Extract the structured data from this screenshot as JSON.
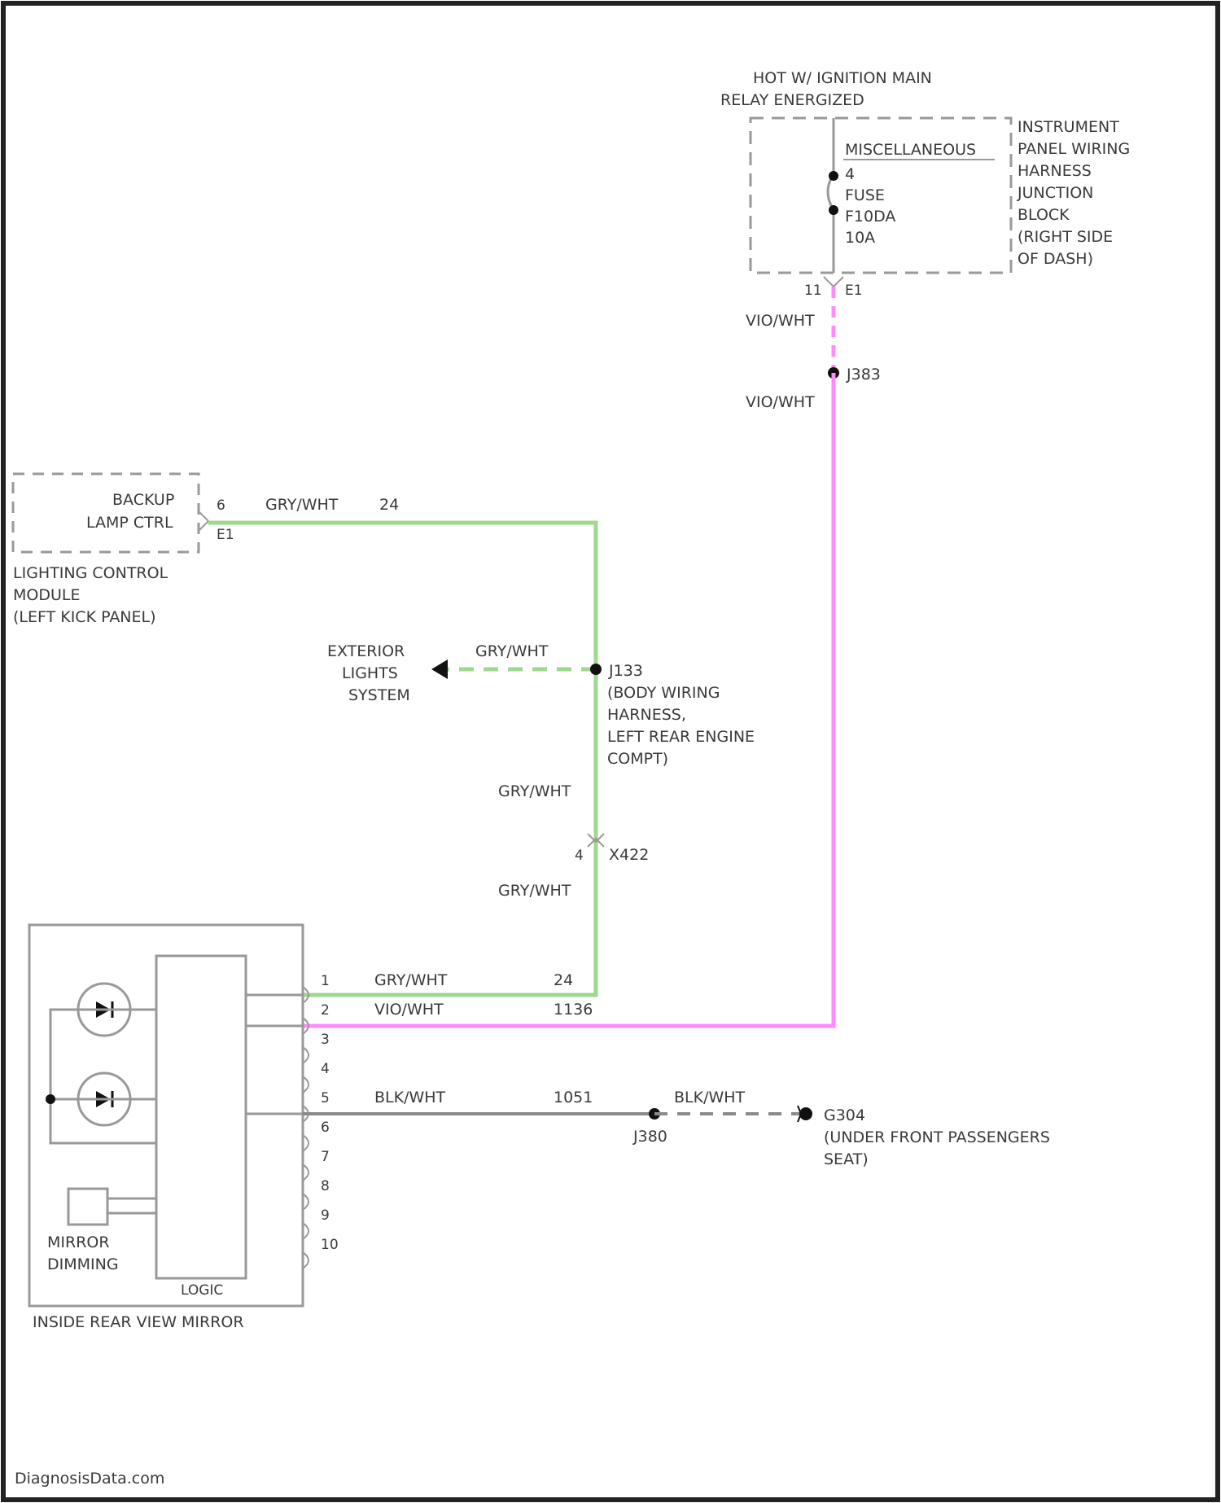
{
  "ignition_label": [
    "HOT W/ IGNITION MAIN",
    "RELAY ENERGIZED"
  ],
  "fuse": {
    "group": "MISCELLANEOUS",
    "pin": "4",
    "lines": [
      "FUSE",
      "F10DA",
      "10A"
    ],
    "connector_pin_left": "11",
    "connector_pin_right": "E1"
  },
  "junction_block_label": [
    "INSTRUMENT",
    "PANEL WIRING",
    "HARNESS",
    "JUNCTION",
    "BLOCK",
    "(RIGHT SIDE",
    "OF DASH)"
  ],
  "splice_j383": "J383",
  "wire_vio_upper": "VIO/WHT",
  "wire_vio_lower": "VIO/WHT",
  "lcm": {
    "function_lines": [
      "BACKUP",
      "LAMP CTRL"
    ],
    "pin": "6",
    "connector": "E1",
    "label": [
      "LIGHTING CONTROL",
      "MODULE",
      "(LEFT KICK PANEL)"
    ]
  },
  "wire_gry_top": {
    "color": "GRY/WHT",
    "circuit": "24"
  },
  "exterior_lights": [
    "EXTERIOR",
    "LIGHTS",
    "SYSTEM"
  ],
  "wire_gry_branch": "GRY/WHT",
  "splice_j133": {
    "name": "J133",
    "location": [
      "(BODY WIRING",
      "HARNESS,",
      "LEFT REAR ENGINE",
      "COMPT)"
    ]
  },
  "wire_gry_mid": "GRY/WHT",
  "connector_x422": {
    "pin": "4",
    "name": "X422"
  },
  "wire_gry_low": "GRY/WHT",
  "mirror": {
    "pins": [
      "1",
      "2",
      "3",
      "4",
      "5",
      "6",
      "7",
      "8",
      "9",
      "10"
    ],
    "pin1_wire": {
      "color": "GRY/WHT",
      "circuit": "24"
    },
    "pin2_wire": {
      "color": "VIO/WHT",
      "circuit": "1136"
    },
    "pin5_wire": {
      "color": "BLK/WHT",
      "circuit": "1051"
    },
    "dimming_label": [
      "MIRROR",
      "DIMMING"
    ],
    "logic_label": "LOGIC",
    "label": "INSIDE REAR VIEW MIRROR"
  },
  "splice_j380": "J380",
  "wire_blk_ground": "BLK/WHT",
  "ground_g304": {
    "name": "G304",
    "location": [
      "(UNDER FRONT PASSENGERS",
      "SEAT)"
    ]
  },
  "footer": "DiagnosisData.com",
  "colors": {
    "green_wire": "#9fd88f",
    "pink_wire": "#ff8cff",
    "black_wire": "#8a8a8a",
    "border": "#222222"
  }
}
